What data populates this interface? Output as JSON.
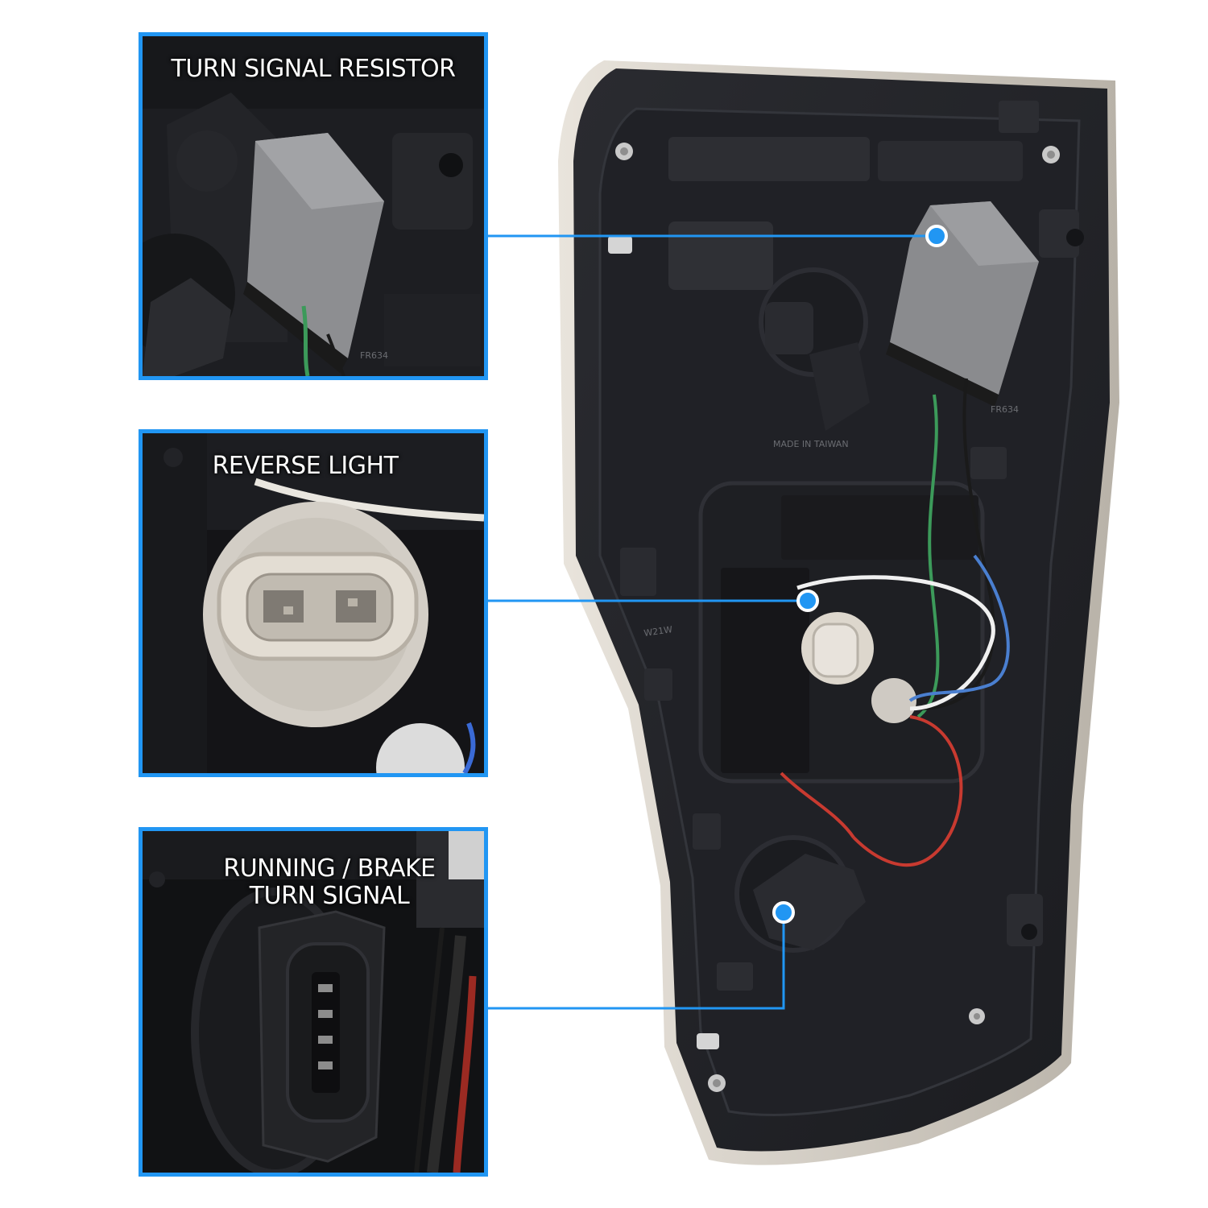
{
  "accent_color": "#2196f3",
  "callouts": [
    {
      "label": "TURN SIGNAL RESISTOR",
      "molded_code": "FR634"
    },
    {
      "label": "REVERSE LIGHT"
    },
    {
      "label": "RUNNING / BRAKE\nTURN SIGNAL"
    }
  ],
  "housing": {
    "molded_text": [
      "MADE IN TAIWAN",
      "FR634",
      "W21W"
    ]
  },
  "icons": [
    "screw-icon",
    "bulb-socket-icon",
    "connector-icon",
    "callout-dot-icon"
  ]
}
